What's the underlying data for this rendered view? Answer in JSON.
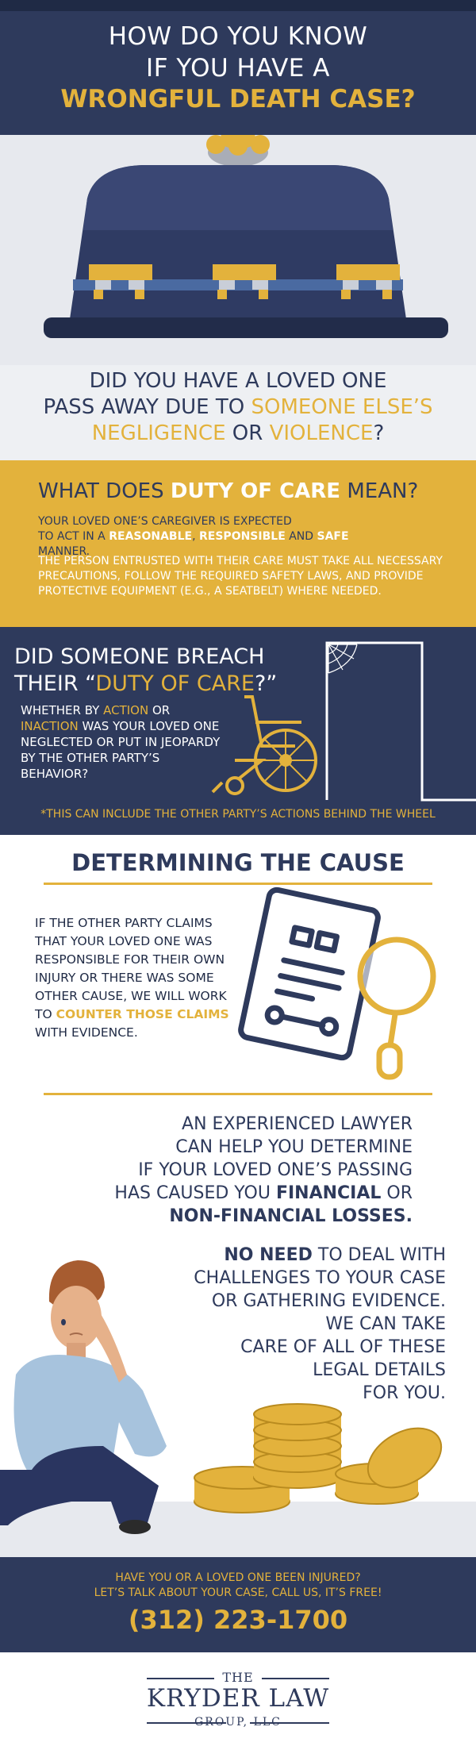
{
  "header": {
    "line1": "HOW DO YOU KNOW",
    "line2": "IF YOU HAVE A",
    "line3": "WRONGFUL DEATH CASE?"
  },
  "question": {
    "line1": "DID YOU HAVE A LOVED ONE",
    "line2_a": "PASS AWAY DUE TO ",
    "line2_b": "SOMEONE ELSE’S",
    "line3_a": "NEGLIGENCE",
    "line3_b": " OR ",
    "line3_c": "VIOLENCE",
    "line3_d": "?"
  },
  "duty": {
    "title_a": "WHAT DOES ",
    "title_b": "DUTY OF CARE",
    "title_c": " MEAN?",
    "p1_a": "Your loved one’s caregiver is expected",
    "p1_b": "to act in a ",
    "p1_c": "reasonable",
    "p1_d": ", ",
    "p1_e": "responsible",
    "p1_f": " and ",
    "p1_g": "safe",
    "p1_h": " manner.",
    "p2": "The person entrusted with their care must take all necessary precautions, follow the required safety laws, and provide protective equipment (e.g., a seatbelt) where needed."
  },
  "breach": {
    "title1": "DID SOMEONE BREACH",
    "title2_a": "THEIR “",
    "title2_b": "DUTY OF CARE",
    "title2_c": "?”",
    "body_a": "Whether by ",
    "body_b": "action",
    "body_c": " or ",
    "body_d": "inaction",
    "body_e": " was your loved one neglected or put in jeopardy by the other party’s behavior?",
    "footnote": "*THIS CAN INCLUDE THE OTHER PARTY’S ACTIONS BEHIND THE WHEEL"
  },
  "determine": {
    "title": "DETERMINING THE CAUSE",
    "p1_a": "If the other party claims that your loved one was responsible for their own injury or there was some other cause, we will work to ",
    "p1_b": "counter those claims",
    "p1_c": " with evidence.",
    "p2_l1": "An experienced lawyer",
    "p2_l2": "can help you determine",
    "p2_l3": "if your loved one’s passing",
    "p2_l4_a": "has caused you ",
    "p2_l4_b": "financial",
    "p2_l4_c": " or",
    "p2_l5": "non-financial losses.",
    "p3_l1_a": "No need",
    "p3_l1_b": " to deal with",
    "p3_l2": "challenges to your case",
    "p3_l3": "or gathering evidence.",
    "p3_l4": "We can take",
    "p3_l5": "care of all of these",
    "p3_l6": "legal details",
    "p3_l7": "for you."
  },
  "cta": {
    "line1": "Have you or a loved one been injured?",
    "line2": "Let’s talk about your case, call us, it’s free!",
    "phone": "(312) 223-1700"
  },
  "logo": {
    "top": "THE",
    "main": "KRYDER LAW",
    "bottom": "GROUP, LLC"
  },
  "colors": {
    "navy": "#2e3a5c",
    "gold": "#e3b23c",
    "light_gray": "#e7e9ee"
  }
}
